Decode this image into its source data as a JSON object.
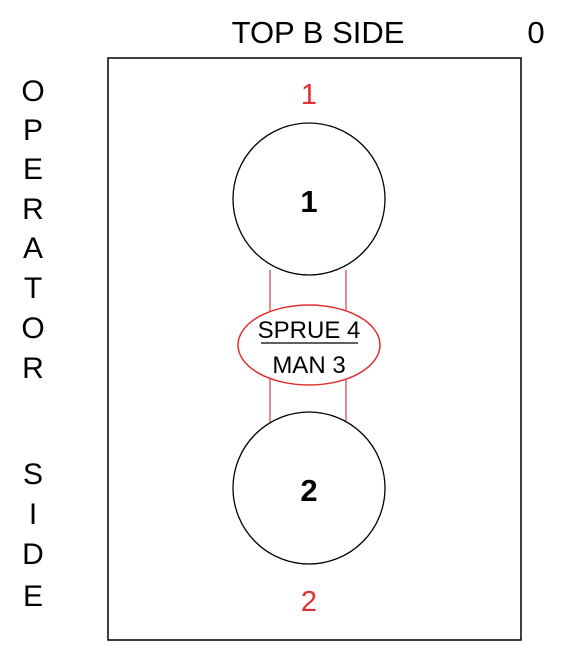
{
  "header": {
    "title": "TOP B SIDE",
    "corner_value": "0"
  },
  "side_label": {
    "letters": [
      "O",
      "P",
      "E",
      "R",
      "A",
      "T",
      "O",
      "R",
      "S",
      "I",
      "D",
      "E"
    ]
  },
  "positions": {
    "top": "1",
    "bottom": "2"
  },
  "circles": {
    "top": "1",
    "bottom": "2"
  },
  "callout": {
    "line1": "SPRUE 4",
    "line2": "MAN 3"
  },
  "colors": {
    "red": "#e03030",
    "black": "#000000",
    "connector": "#d04040"
  }
}
